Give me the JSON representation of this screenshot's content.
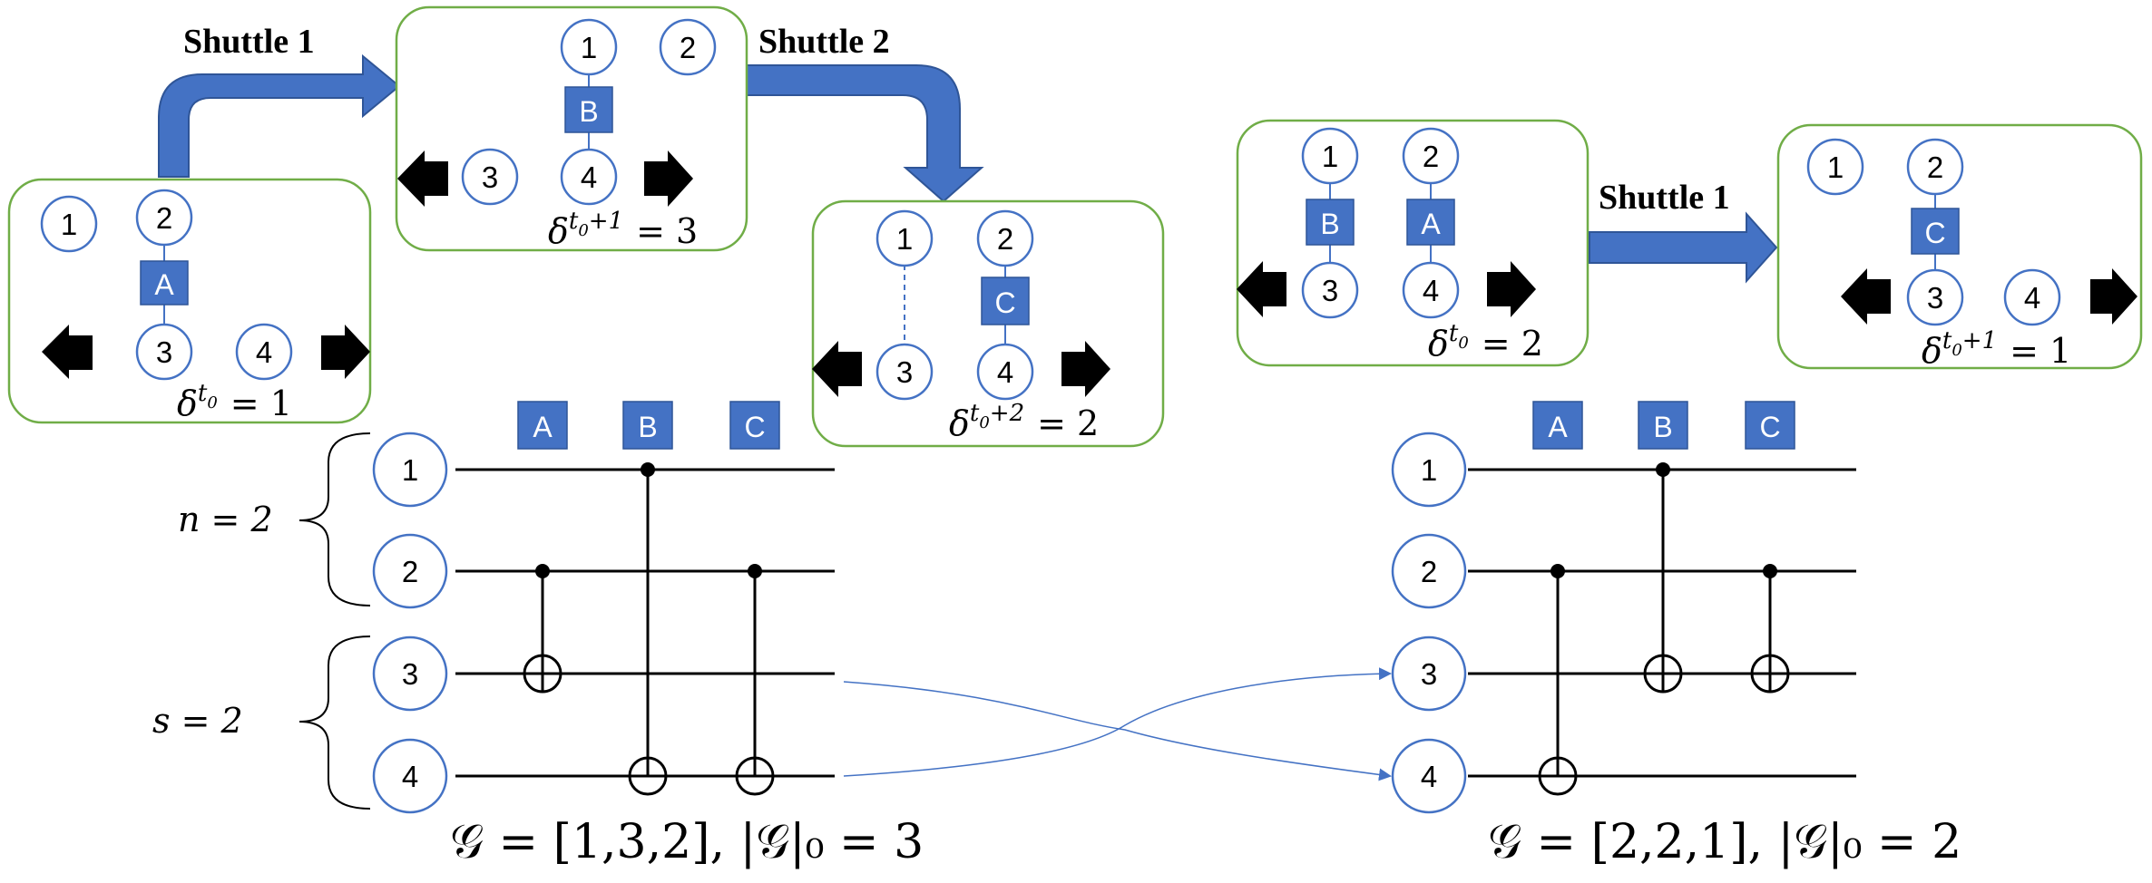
{
  "colors": {
    "circle_stroke": "#4472C4",
    "gate_fill": "#4472C4",
    "box_stroke": "#70AD47",
    "arrow_fill": "#4472C4",
    "arrow_stroke": "#2F5597",
    "wire": "#000000",
    "swap_line": "#4472C4"
  },
  "shuttle_labels": [
    "Shuttle 1",
    "Shuttle 2",
    "Shuttle 1"
  ],
  "gates": [
    "A",
    "B",
    "C"
  ],
  "qubits": [
    "1",
    "2",
    "3",
    "4"
  ],
  "deltas": {
    "left_t0": {
      "sup": "t",
      "sub": "0",
      "extra": "",
      "value": "= 1"
    },
    "left_t1": {
      "sup": "t",
      "sub": "0",
      "extra": "+1",
      "value": "= 3"
    },
    "left_t2": {
      "sup": "t",
      "sub": "0",
      "extra": "+2",
      "value": "= 2"
    },
    "right_t0": {
      "sup": "t",
      "sub": "0",
      "extra": "",
      "value": "= 2"
    },
    "right_t1": {
      "sup": "t",
      "sub": "0",
      "extra": "+1",
      "value": "= 1"
    }
  },
  "brace_labels": {
    "n": "n = 2",
    "s": "s = 2"
  },
  "g_left": "𝒢 = [1,3,2], |𝒢|₀ = 3",
  "g_right": "𝒢 = [2,2,1], |𝒢|₀ = 2"
}
